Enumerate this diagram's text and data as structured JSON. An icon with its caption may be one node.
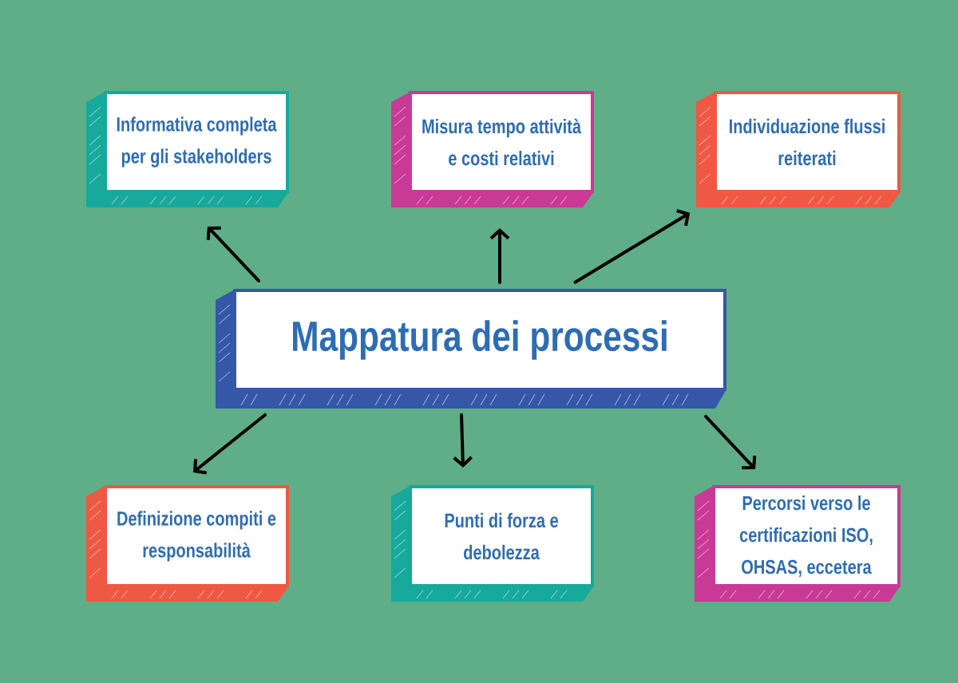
{
  "diagram": {
    "nodes": [
      {
        "text": [
          "Informativa completa per gli stakeholders"
        ]
      },
      {
        "text": [
          "Misura tempo attività e costi relativi"
        ]
      },
      {
        "text": [
          "Individuazione flussi reiterati"
        ]
      },
      {
        "text": [
          "Mappatura dei processi"
        ]
      },
      {
        "text": [
          "Definizione compiti e responsabilità"
        ]
      },
      {
        "text": [
          "Punti di forza e debolezza"
        ]
      },
      {
        "text": [
          "Percorsi verso le certificazioni ISO, OHSAS, eccetera"
        ]
      }
    ],
    "edges": [
      {
        "from": 3,
        "to": 0,
        "arrow": "to"
      },
      {
        "from": 3,
        "to": 1,
        "arrow": "to"
      },
      {
        "from": 3,
        "to": 2,
        "arrow": "to"
      },
      {
        "from": 3,
        "to": 4,
        "arrow": "to"
      },
      {
        "from": 3,
        "to": 5,
        "arrow": "to"
      },
      {
        "from": 3,
        "to": 6,
        "arrow": "to"
      }
    ]
  }
}
